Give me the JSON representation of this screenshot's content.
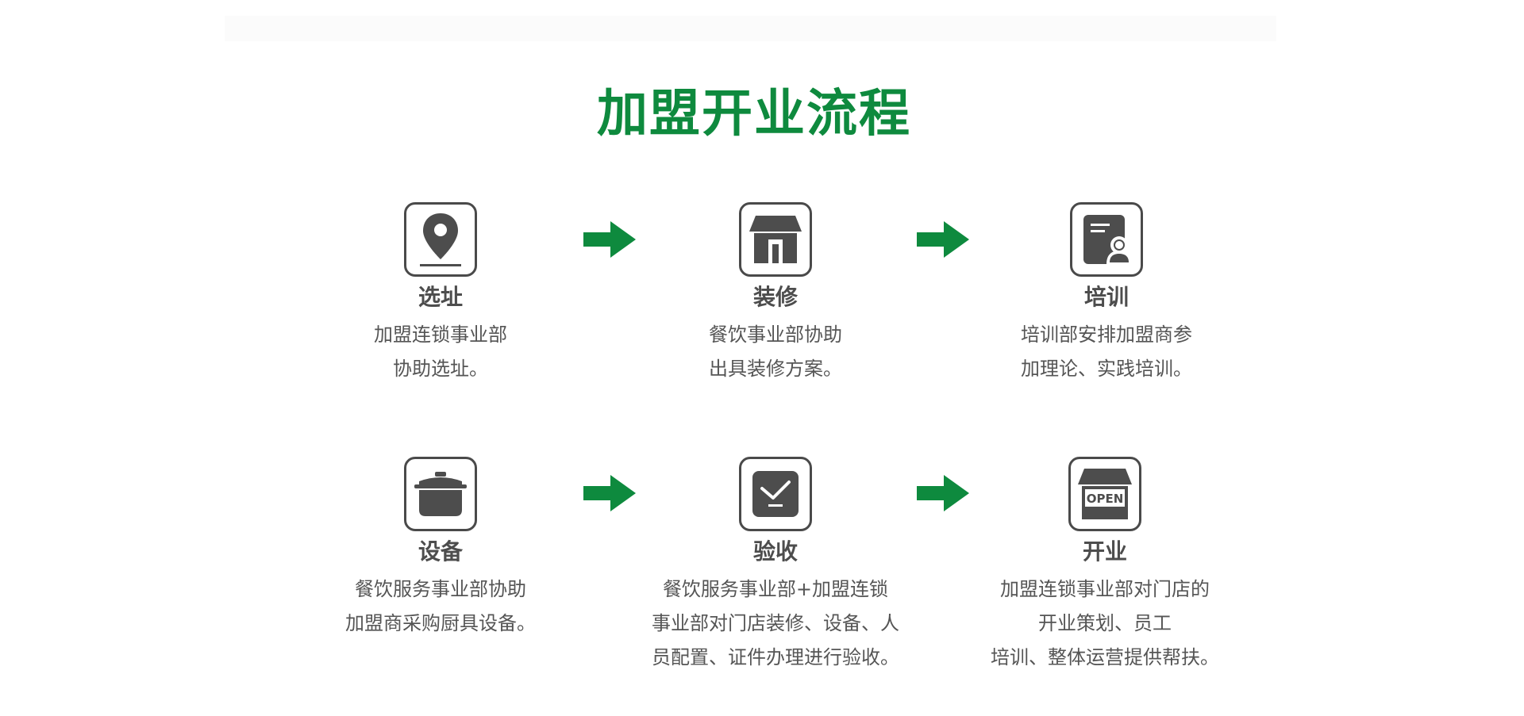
{
  "title": "加盟开业流程",
  "colors": {
    "accent": "#0e8a3e",
    "icon": "#4d4d4d",
    "text": "#555555"
  },
  "steps": [
    {
      "title": "选址",
      "icon": "location-pin-icon",
      "lines": [
        "加盟连锁事业部",
        "协助选址。"
      ]
    },
    {
      "title": "装修",
      "icon": "storefront-icon",
      "lines": [
        "餐饮事业部协助",
        "出具装修方案。"
      ]
    },
    {
      "title": "培训",
      "icon": "trainee-document-icon",
      "lines": [
        "培训部安排加盟商参",
        "加理论、实践培训。"
      ]
    },
    {
      "title": "设备",
      "icon": "cooking-pot-icon",
      "lines": [
        "餐饮服务事业部协助",
        "加盟商采购厨具设备。"
      ]
    },
    {
      "title": "验收",
      "icon": "checkbox-icon",
      "lines": [
        "餐饮服务事业部+加盟连锁",
        "事业部对门店装修、设备、人",
        "员配置、证件办理进行验收。"
      ]
    },
    {
      "title": "开业",
      "icon": "open-store-icon",
      "icon_text": "OPEN",
      "lines": [
        "加盟连锁事业部对门店的",
        "开业策划、员工",
        "培训、整体运营提供帮扶。"
      ]
    }
  ]
}
